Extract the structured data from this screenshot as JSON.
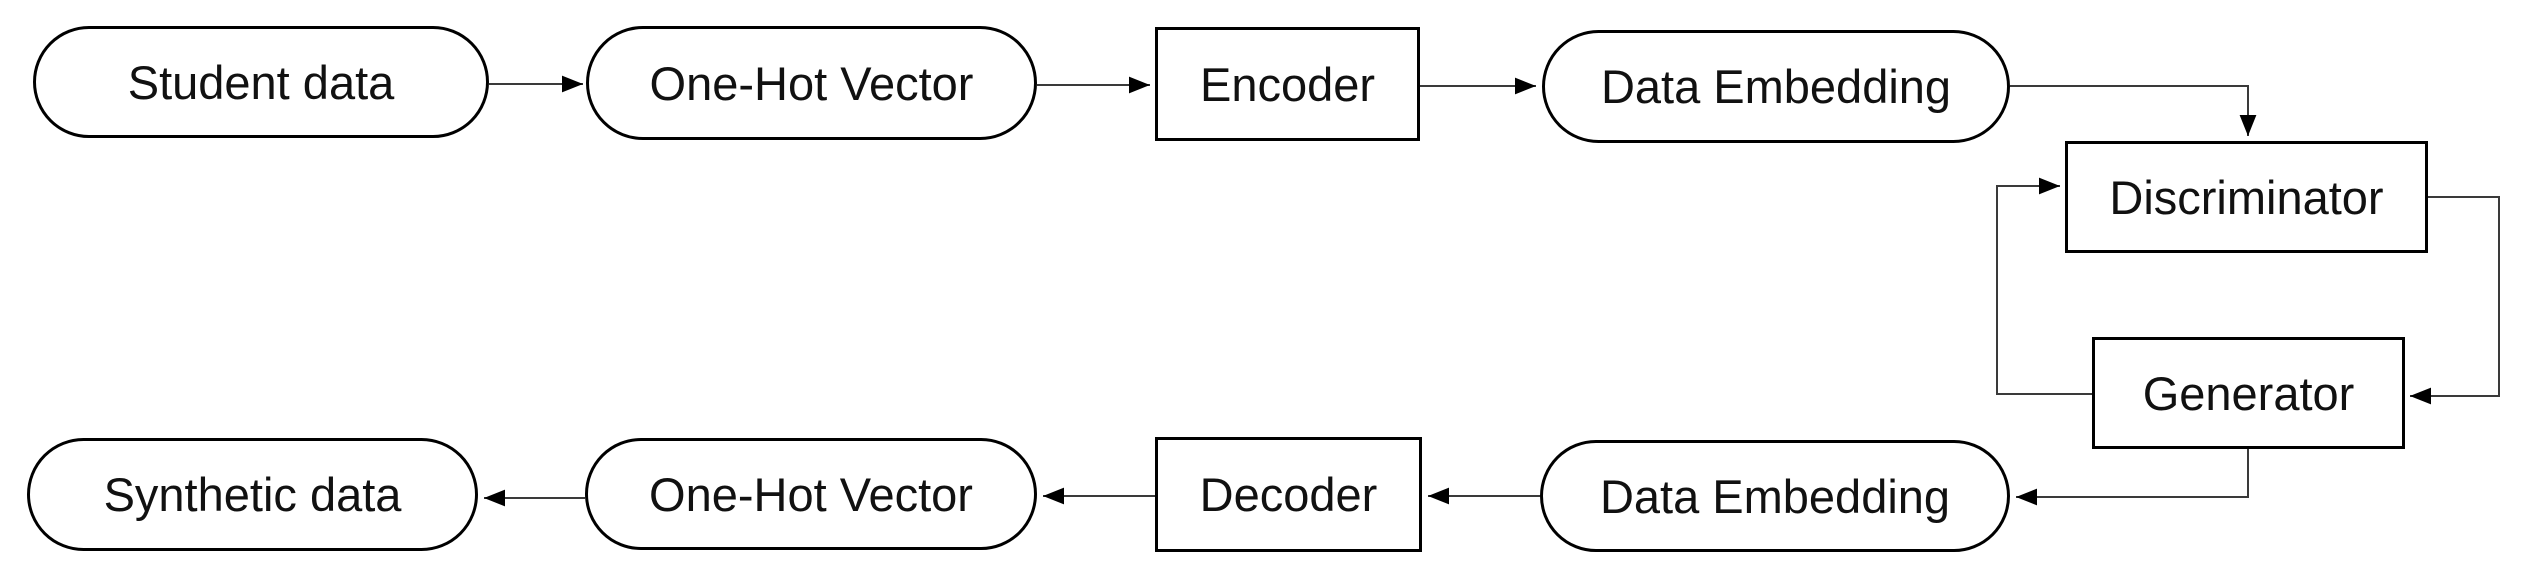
{
  "diagram": {
    "background_color": "#ffffff",
    "node_fill_color": "#ffffff",
    "node_border_color": "#000000",
    "connector_color": "#3a3a3a",
    "text_color": "#111111",
    "nodes": [
      {
        "id": "student-data",
        "label": "Student data",
        "shape": "stadium"
      },
      {
        "id": "one-hot-vector-top",
        "label": "One-Hot Vector",
        "shape": "stadium"
      },
      {
        "id": "encoder",
        "label": "Encoder",
        "shape": "rect"
      },
      {
        "id": "data-embedding-top",
        "label": "Data Embedding",
        "shape": "stadium"
      },
      {
        "id": "discriminator",
        "label": "Discriminator",
        "shape": "rect"
      },
      {
        "id": "generator",
        "label": "Generator",
        "shape": "rect"
      },
      {
        "id": "data-embedding-bottom",
        "label": "Data Embedding",
        "shape": "stadium"
      },
      {
        "id": "decoder",
        "label": "Decoder",
        "shape": "rect"
      },
      {
        "id": "one-hot-vector-bottom",
        "label": "One-Hot Vector",
        "shape": "stadium"
      },
      {
        "id": "synthetic-data",
        "label": "Synthetic data",
        "shape": "stadium"
      }
    ],
    "edges": [
      {
        "from": "student-data",
        "to": "one-hot-vector-top"
      },
      {
        "from": "one-hot-vector-top",
        "to": "encoder"
      },
      {
        "from": "encoder",
        "to": "data-embedding-top"
      },
      {
        "from": "data-embedding-top",
        "to": "discriminator"
      },
      {
        "from": "generator",
        "to": "discriminator"
      },
      {
        "from": "discriminator",
        "to": "generator"
      },
      {
        "from": "generator",
        "to": "data-embedding-bottom"
      },
      {
        "from": "data-embedding-bottom",
        "to": "decoder"
      },
      {
        "from": "decoder",
        "to": "one-hot-vector-bottom"
      },
      {
        "from": "one-hot-vector-bottom",
        "to": "synthetic-data"
      }
    ]
  }
}
